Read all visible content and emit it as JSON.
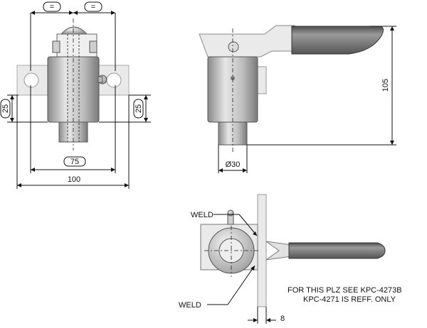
{
  "front_view": {
    "dim_equal_left": "=",
    "dim_equal_right": "=",
    "dim_25_left": "25",
    "dim_25_right": "25",
    "dim_75": "75",
    "dim_100": "100"
  },
  "side_view": {
    "dim_105": "105",
    "dim_dia30": "Ø30"
  },
  "top_view": {
    "weld_top": "WELD",
    "weld_bottom": "WELD",
    "dim_8": "8"
  },
  "notes": {
    "line1": "FOR THIS PLZ SEE KPC-4273B",
    "line2": "KPC-4271 IS REFF. ONLY"
  },
  "colors": {
    "plate": "#e8e8e8",
    "body_light": "#d8d8d8",
    "body_dark": "#8a8a8a",
    "handle": "#6f6f6f"
  }
}
